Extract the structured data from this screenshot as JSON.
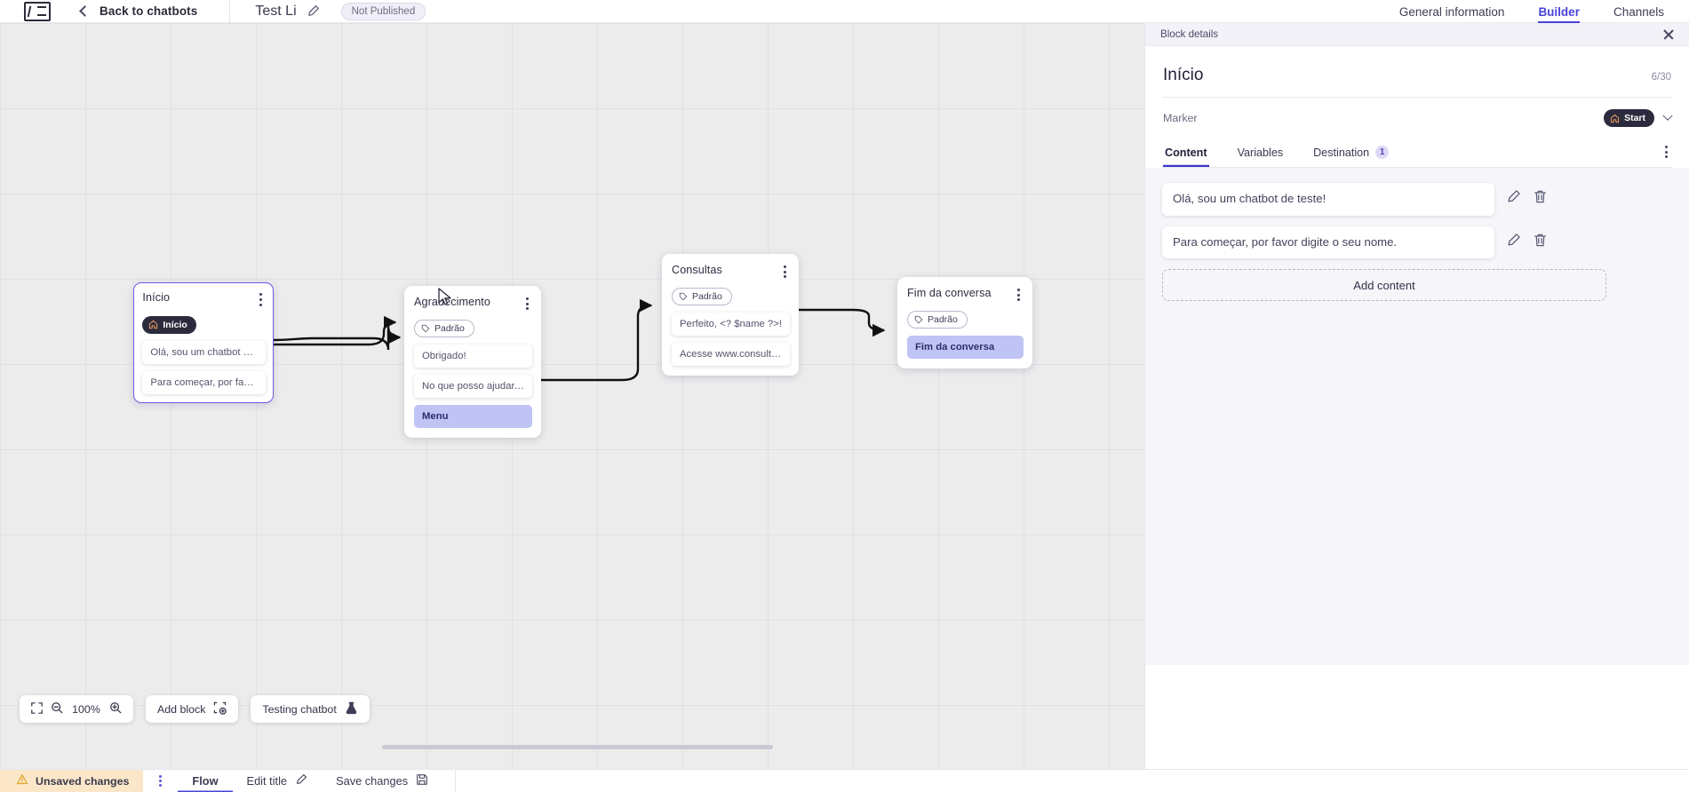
{
  "topbar": {
    "logo_name": "app-logo",
    "back_label": "Back to chatbots",
    "doc_title": "Test Li",
    "publish_status": "Not Published",
    "tabs": [
      {
        "label": "General information",
        "active": false
      },
      {
        "label": "Builder",
        "active": true
      },
      {
        "label": "Channels",
        "active": false
      }
    ]
  },
  "canvas": {
    "nodes": [
      {
        "id": "inicio",
        "title": "Início",
        "marker": "Início",
        "marker_type": "start",
        "selected": true,
        "messages": [
          {
            "text": "Olá, sou um chatbot de teste!",
            "accent": false
          },
          {
            "text": "Para começar, por favor digite o ...",
            "accent": false
          }
        ]
      },
      {
        "id": "agradecimento",
        "title": "Agradecimento",
        "marker": "Padrão",
        "marker_type": "default",
        "selected": false,
        "messages": [
          {
            "text": "Obrigado!",
            "accent": false
          },
          {
            "text": "No que posso ajudar, <? $name ...",
            "accent": false
          },
          {
            "text": "Menu",
            "accent": true
          }
        ]
      },
      {
        "id": "consultas",
        "title": "Consultas",
        "marker": "Padrão",
        "marker_type": "default",
        "selected": false,
        "messages": [
          {
            "text": "Perfeito, <? $name ?>!",
            "accent": false
          },
          {
            "text": "Acesse www.consultas.com par...",
            "accent": false
          }
        ]
      },
      {
        "id": "fim",
        "title": "Fim da conversa",
        "marker": "Padrão",
        "marker_type": "default",
        "selected": false,
        "messages": [
          {
            "text": "Fim da conversa",
            "accent": true
          }
        ]
      }
    ],
    "toolbar": {
      "zoom_value": "100%",
      "fit_icon": "fit-screen-icon",
      "zoom_out_icon": "zoom-out-icon",
      "zoom_in_icon": "zoom-in-icon",
      "add_block_label": "Add block",
      "testing_label": "Testing chatbot"
    }
  },
  "panel": {
    "header_title": "Block details",
    "block_title": "Início",
    "counter": "6/30",
    "marker_label": "Marker",
    "marker_value": "Start",
    "tabs": [
      {
        "label": "Content",
        "active": true,
        "badge": ""
      },
      {
        "label": "Variables",
        "active": false,
        "badge": ""
      },
      {
        "label": "Destination",
        "active": false,
        "badge": "1"
      }
    ],
    "contents": [
      {
        "text": "Olá, sou um chatbot de teste!"
      },
      {
        "text": "Para começar, por favor digite o seu nome."
      }
    ],
    "add_content_label": "Add content"
  },
  "footer": {
    "unsaved_label": "Unsaved changes",
    "items": [
      {
        "label": "Flow",
        "active": true,
        "icon": ""
      },
      {
        "label": "Edit title",
        "active": false,
        "icon": "pencil-icon"
      },
      {
        "label": "Save changes",
        "active": false,
        "icon": "save-icon"
      }
    ]
  },
  "colors": {
    "accent": "#4a42d6",
    "node_accent_bg": "#bfc4f5",
    "warning_bg": "#fbe7c8"
  }
}
